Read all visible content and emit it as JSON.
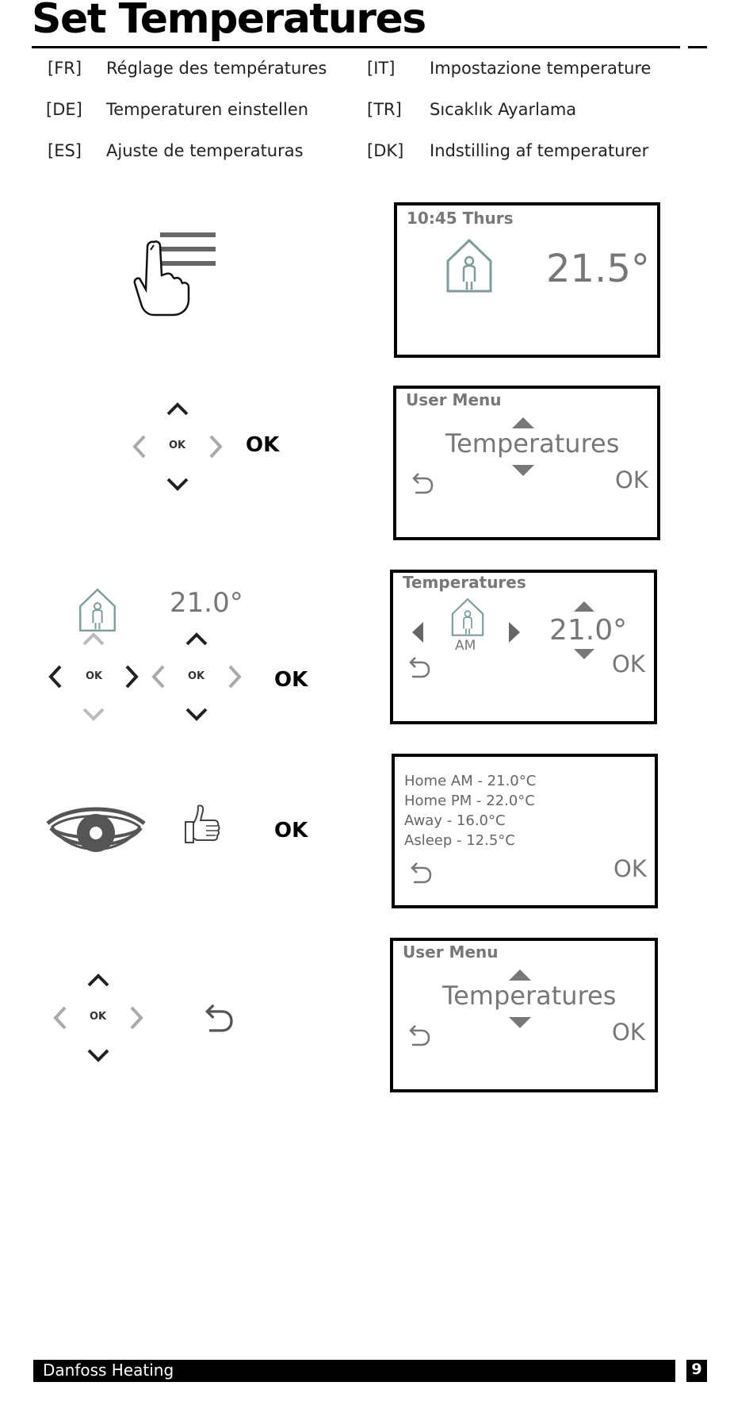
{
  "title": "Set Temperatures",
  "translations": [
    {
      "code": "[FR]",
      "text": "Réglage des températures"
    },
    {
      "code": "[IT]",
      "text": "Impostazione temperature"
    },
    {
      "code": "[DE]",
      "text": "Temperaturen einstellen"
    },
    {
      "code": "[TR]",
      "text": "Sıcaklık Ayarlama"
    },
    {
      "code": "[ES]",
      "text": "Ajuste de temperaturas"
    },
    {
      "code": "[DK]",
      "text": "Indstilling af temperaturer"
    }
  ],
  "steps": [
    {
      "screen": {
        "header": "10:45 Thurs",
        "temperature": "21.5°"
      }
    },
    {
      "instruction_ok": "OK",
      "pad_ok": "OK",
      "screen": {
        "header": "User Menu",
        "item": "Temperatures",
        "ok": "OK"
      }
    },
    {
      "instruction_ok": "OK",
      "pad_ok": "OK",
      "left_temperature": "21.0°",
      "screen": {
        "header": "Temperatures",
        "mode": "AM",
        "temperature": "21.0°",
        "ok": "OK"
      }
    },
    {
      "instruction_ok": "OK",
      "screen": {
        "lines": [
          "Home AM - 21.0°C",
          "Home PM - 22.0°C",
          "Away  - 16.0°C",
          "Asleep - 12.5°C"
        ],
        "ok": "OK"
      }
    },
    {
      "pad_ok": "OK",
      "screen": {
        "header": "User Menu",
        "item": "Temperatures",
        "ok": "OK"
      }
    }
  ],
  "footer": {
    "brand": "Danfoss Heating",
    "page": "9"
  },
  "colors": {
    "screen_text": "#777777",
    "icon_teal": "#7f9c9c",
    "rule": "#000000"
  }
}
